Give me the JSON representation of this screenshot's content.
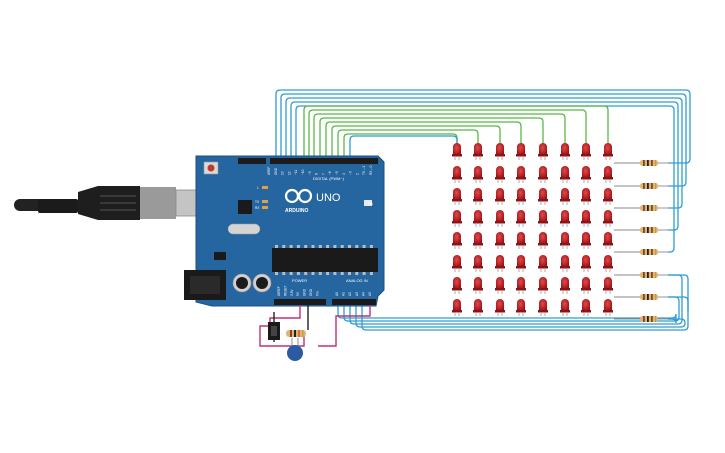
{
  "board": {
    "brand": "ARDUINO",
    "model": "UNO",
    "digital_label": "DIGITAL (PWM~)",
    "power_label": "POWER",
    "analog_label": "ANALOG IN",
    "on_label": "ON",
    "tx_label": "TX",
    "rx_label": "RX",
    "l_label": "L",
    "digital_pins": [
      "AREF",
      "GND",
      "13",
      "12",
      "~11",
      "~10",
      "~9",
      "8",
      "7",
      "~6",
      "~5",
      "4",
      "~3",
      "2",
      "TX→1",
      "RX←0"
    ],
    "power_pins": [
      "IOREF",
      "RESET",
      "3.3V",
      "5V",
      "GND",
      "GND",
      "Vin"
    ],
    "analog_pins": [
      "A0",
      "A1",
      "A2",
      "A3",
      "A4",
      "A5"
    ]
  },
  "led_matrix": {
    "rows": 8,
    "cols": 8,
    "led_color": "#c0272d"
  },
  "colors": {
    "board": "#2565a0",
    "wire_blue": "#2d9dd0",
    "wire_green": "#58b846",
    "wire_magenta": "#c0307a",
    "wire_black": "#222222"
  }
}
